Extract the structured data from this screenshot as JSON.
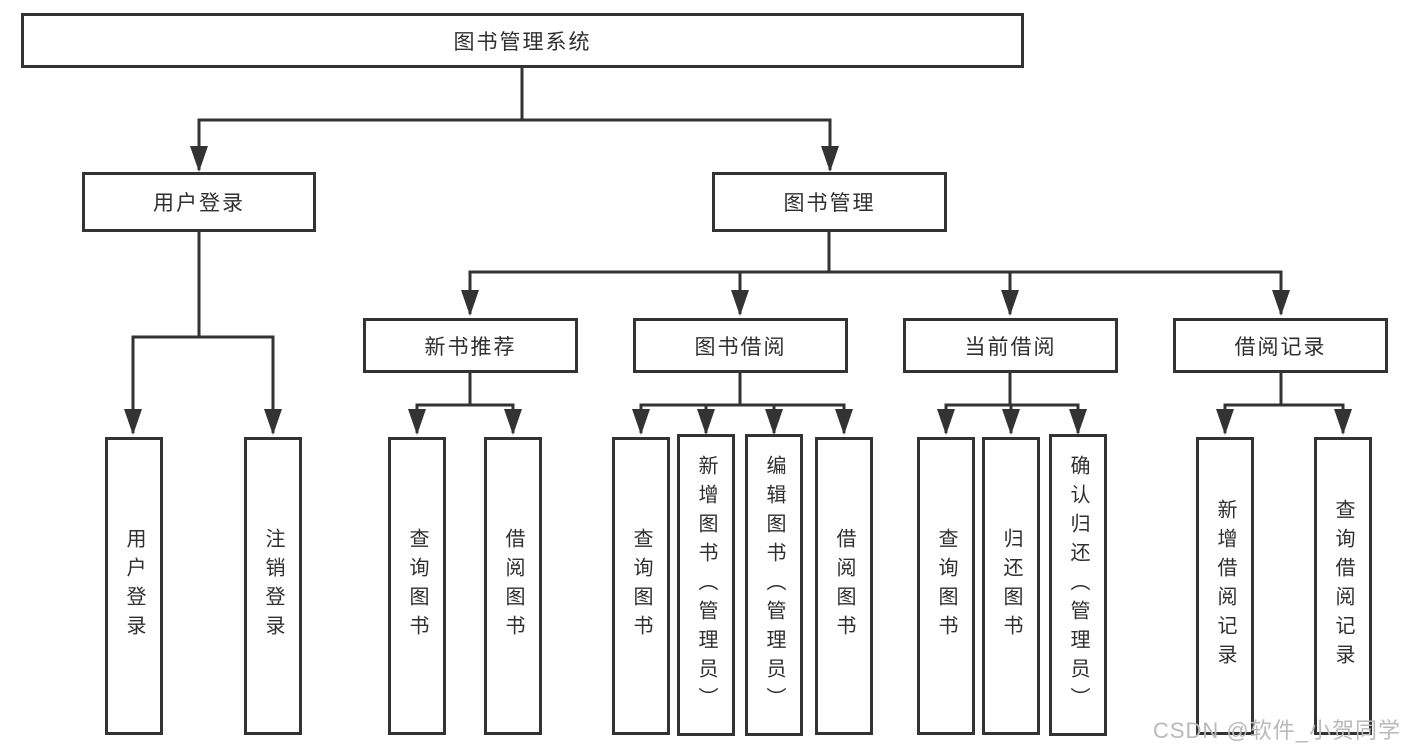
{
  "palette": {
    "line_color": "#333333",
    "box_border_color": "#333333",
    "text_color": "#2f2f2f",
    "background_color": "#ffffff",
    "watermark_color": "#b9b9b9"
  },
  "watermark": {
    "text": "CSDN @软件_小贺同学"
  },
  "tree": {
    "root": {
      "label": "图书管理系统"
    },
    "login": {
      "label": "用户登录",
      "children": [
        {
          "label": "用户登录"
        },
        {
          "label": "注销登录"
        }
      ]
    },
    "manage": {
      "label": "图书管理",
      "sections": [
        {
          "label": "新书推荐",
          "children": [
            {
              "label": "查询图书"
            },
            {
              "label": "借阅图书"
            }
          ]
        },
        {
          "label": "图书借阅",
          "children": [
            {
              "label": "查询图书"
            },
            {
              "label": "新增图书（管理员）"
            },
            {
              "label": "编辑图书（管理员）"
            },
            {
              "label": "借阅图书"
            }
          ]
        },
        {
          "label": "当前借阅",
          "children": [
            {
              "label": "查询图书"
            },
            {
              "label": "归还图书"
            },
            {
              "label": "确认归还（管理员）"
            }
          ]
        },
        {
          "label": "借阅记录",
          "children": [
            {
              "label": "新增借阅记录"
            },
            {
              "label": "查询借阅记录"
            }
          ]
        }
      ]
    }
  }
}
